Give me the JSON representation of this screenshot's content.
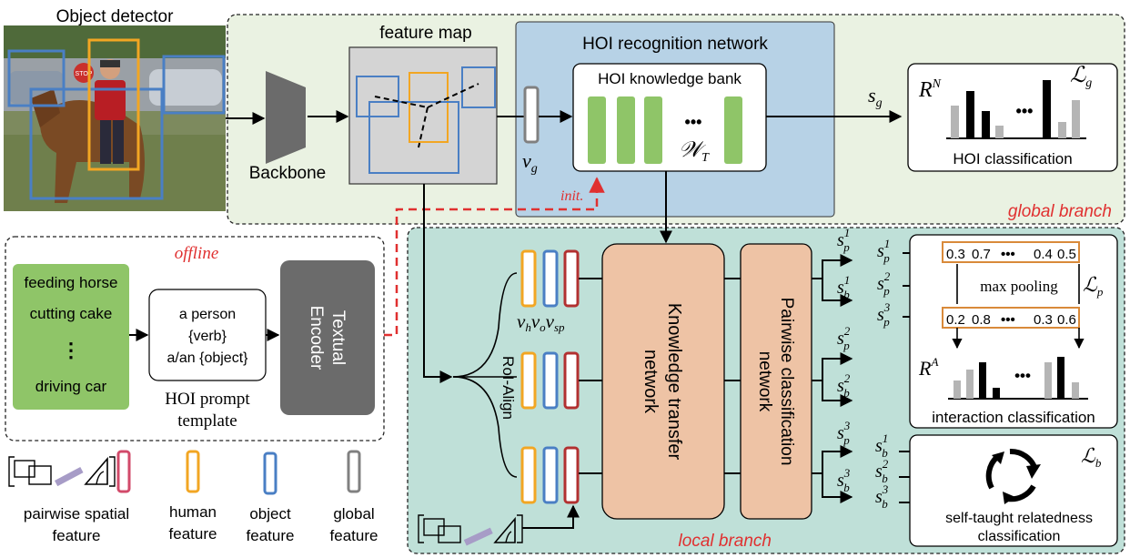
{
  "detector": {
    "title": "Object detector",
    "sign_text": "STOP"
  },
  "backbone": {
    "label": "Backbone"
  },
  "feature_map": {
    "title": "feature map"
  },
  "global_branch": {
    "title": "HOI recognition network",
    "knowledge_bank": "HOI knowledge bank",
    "dots": "•••",
    "w_symbol": "𝒲",
    "w_sub": "T",
    "vg_base": "v",
    "vg_sub": "g",
    "init_label": "init.",
    "sg_base": "s",
    "sg_sub": "g",
    "branch_label": "global branch",
    "classification": {
      "r_base": "R",
      "r_sup": "N",
      "loss_base": "ℒ",
      "loss_sub": "g",
      "dots": "•••",
      "caption": "HOI classification"
    }
  },
  "offline": {
    "title": "offline",
    "texts": [
      "feeding horse",
      "cutting cake",
      "⋮",
      "driving car"
    ],
    "prompt": [
      "a person",
      "{verb}",
      "a/an {object}"
    ],
    "prompt_caption": [
      "HOI prompt",
      "template"
    ],
    "encoder": [
      "Textual",
      "Encoder"
    ]
  },
  "local_branch": {
    "roi_align": "RoI-Align",
    "feat_labels": [
      {
        "base": "v",
        "sub": "h"
      },
      {
        "base": "v",
        "sub": "o"
      },
      {
        "base": "v",
        "sub": "sp"
      }
    ],
    "knowledge_transfer": [
      "Knowledge transfer",
      "network"
    ],
    "pairwise_net": [
      "Pairwise classification",
      "network"
    ],
    "branch_label": "local branch",
    "scores": [
      {
        "p_sup": "1",
        "b_sup": "1"
      },
      {
        "p_sup": "2",
        "b_sup": "2"
      },
      {
        "p_sup": "3",
        "b_sup": "3"
      }
    ],
    "interaction": {
      "inputs": [
        {
          "base": "s",
          "sup": "1",
          "sub": "p"
        },
        {
          "base": "s",
          "sup": "2",
          "sub": "p"
        },
        {
          "base": "s",
          "sup": "3",
          "sub": "p"
        }
      ],
      "row1": [
        "0.3",
        "0.7",
        "•••",
        "0.4",
        "0.5"
      ],
      "row3": [
        "0.2",
        "0.8",
        "•••",
        "0.3",
        "0.6"
      ],
      "max_pooling": "max pooling",
      "loss_base": "ℒ",
      "loss_sub": "p",
      "r_base": "R",
      "r_sup": "A",
      "dots": "•••",
      "caption": "interaction classification"
    },
    "relatedness": {
      "inputs": [
        {
          "base": "s",
          "sup": "1",
          "sub": "b"
        },
        {
          "base": "s",
          "sup": "2",
          "sub": "b"
        },
        {
          "base": "s",
          "sup": "3",
          "sub": "b"
        }
      ],
      "loss_base": "ℒ",
      "loss_sub": "b",
      "caption": [
        "self-taught relatedness",
        "classification"
      ]
    }
  },
  "legend": [
    {
      "label": [
        "pairwise spatial",
        "feature"
      ]
    },
    {
      "label": [
        "human",
        "feature"
      ]
    },
    {
      "label": [
        "object",
        "feature"
      ]
    },
    {
      "label": [
        "global",
        "feature"
      ]
    }
  ],
  "colors": {
    "global_bg": "#eaf2e2",
    "local_bg": "#bfe0d8",
    "hoi_net_bg": "#b7d2e6",
    "network_box": "#eec3a5",
    "green": "#8fc568",
    "encoder": "#6b6b6b",
    "human": "#f2a623",
    "object": "#4a7fc4",
    "spatial": "#b23030",
    "global_feat": "#808080",
    "red_dash": "#e03030"
  }
}
